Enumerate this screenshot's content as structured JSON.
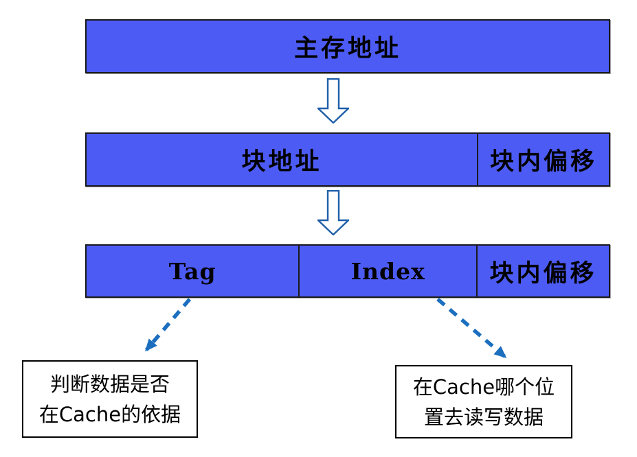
{
  "bars": {
    "main_memory": {
      "label": "主存地址"
    },
    "block": {
      "cells": [
        {
          "label": "块地址"
        },
        {
          "label": "块内偏移"
        }
      ]
    },
    "cache_fields": {
      "cells": [
        {
          "label": "Tag"
        },
        {
          "label": "Index"
        },
        {
          "label": "块内偏移"
        }
      ]
    }
  },
  "notes": {
    "tag": {
      "lines": [
        "判断数据是否",
        "在Cache的依据"
      ]
    },
    "index": {
      "lines": [
        "在Cache哪个位",
        "置去读写数据"
      ]
    }
  },
  "icons": {
    "down_arrow": "hollow-down-arrow",
    "dashed_arrow_left": "dashed-arrow-down-left",
    "dashed_arrow_right": "dashed-arrow-down-right"
  },
  "colors": {
    "bar_fill": "#4D5BF5",
    "bar_border": "#1A1A1A",
    "arrow_outline": "#1E5FA9",
    "arrow_fill": "#FFFFFF",
    "dashed_arrow": "#1B6FBE",
    "note_border": "#000000",
    "text": "#000000",
    "background": "#FFFFFF"
  }
}
